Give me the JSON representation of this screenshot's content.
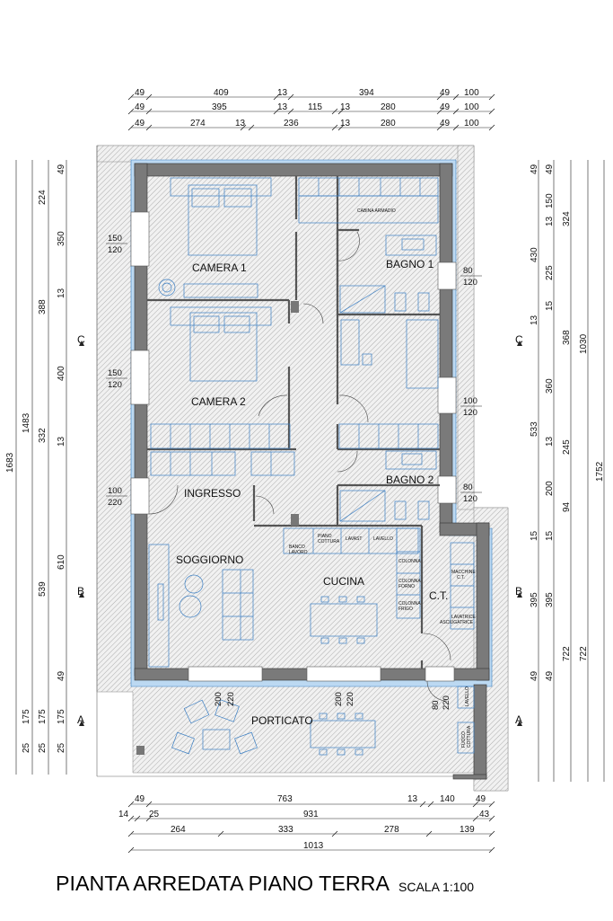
{
  "title": "PIANTA ARREDATA PIANO TERRA",
  "scale": "SCALA 1:100",
  "rooms": {
    "camera1": "CAMERA 1",
    "camera2": "CAMERA 2",
    "bagno1": "BAGNO 1",
    "bagno2": "BAGNO 2",
    "ingresso": "INGRESSO",
    "soggiorno": "SOGGIORNO",
    "cucina": "CUCINA",
    "ct": "C.T.",
    "porticato": "PORTICATO"
  },
  "fixtures": {
    "cabina_armadio": "CABINA ARMADIO",
    "banco": "BANCO",
    "lavoro": "LAVORO",
    "piano": "PIANO",
    "cottura": "COTTURA",
    "lavast": "LAVAST",
    "lavello": "LAVELLO",
    "colonna": "COLONNA",
    "colonna_forno_1": "COLONNA",
    "colonna_forno_2": "FORNO",
    "colonna_frigo_1": "COLONNA",
    "colonna_frigo_2": "FRIGO",
    "macchine_1": "MACCHINE",
    "macchine_2": "C.T.",
    "lavatrice": "LAVATRICE",
    "asciugatrice": "ASCIUGATRICE",
    "lavello_ext": "LAVELLO",
    "fuoco_1": "FUOCO",
    "fuoco_2": "COTTURA"
  },
  "section_marks": {
    "c": "C",
    "b": "B",
    "a": "A"
  },
  "openings": {
    "cam1_win_w": "150",
    "cam1_win_h": "120",
    "cam2_win_w": "150",
    "cam2_win_h": "120",
    "ingresso_w": "100",
    "ingresso_h": "220",
    "bagno1_w": "80",
    "bagno1_h": "120",
    "rear_w": "100",
    "rear_h": "120",
    "bagno2_w": "80",
    "bagno2_h": "120",
    "portico1_w": "200",
    "portico1_h": "220",
    "portico2_w": "200",
    "portico2_h": "220",
    "ct_w": "80",
    "ct_h": "220"
  },
  "dims_top": {
    "row1": [
      "49",
      "409",
      "13",
      "394",
      "49",
      "100"
    ],
    "row2": [
      "49",
      "395",
      "13",
      "115",
      "13",
      "280",
      "49",
      "100"
    ],
    "row3": [
      "49",
      "274",
      "13",
      "236",
      "13",
      "280",
      "49",
      "100"
    ]
  },
  "dims_bottom": {
    "row1": [
      "49",
      "763",
      "13",
      "140",
      "49"
    ],
    "row2": [
      "14",
      "25",
      "931",
      "43"
    ],
    "row3": [
      "264",
      "333",
      "278",
      "139"
    ],
    "row4": [
      "1013"
    ]
  },
  "dims_left": {
    "total": "1683",
    "c1": "1483",
    "c2": [
      "175",
      "25"
    ],
    "c3": [
      "224",
      "350",
      "388",
      "400",
      "332",
      "539",
      "175",
      "25"
    ],
    "c4": [
      "49",
      "13",
      "13",
      "610",
      "49",
      "175",
      "25"
    ]
  },
  "dims_right": {
    "total": "1752",
    "c1": "1030",
    "c1b": "722",
    "c2": [
      "430",
      "533",
      "395",
      "722"
    ],
    "c3": [
      "324",
      "368",
      "245",
      "94"
    ],
    "c4": [
      "49",
      "150",
      "13",
      "225",
      "15",
      "13",
      "360",
      "13",
      "200",
      "15",
      "15",
      "395",
      "49"
    ],
    "c5": [
      "49"
    ]
  }
}
